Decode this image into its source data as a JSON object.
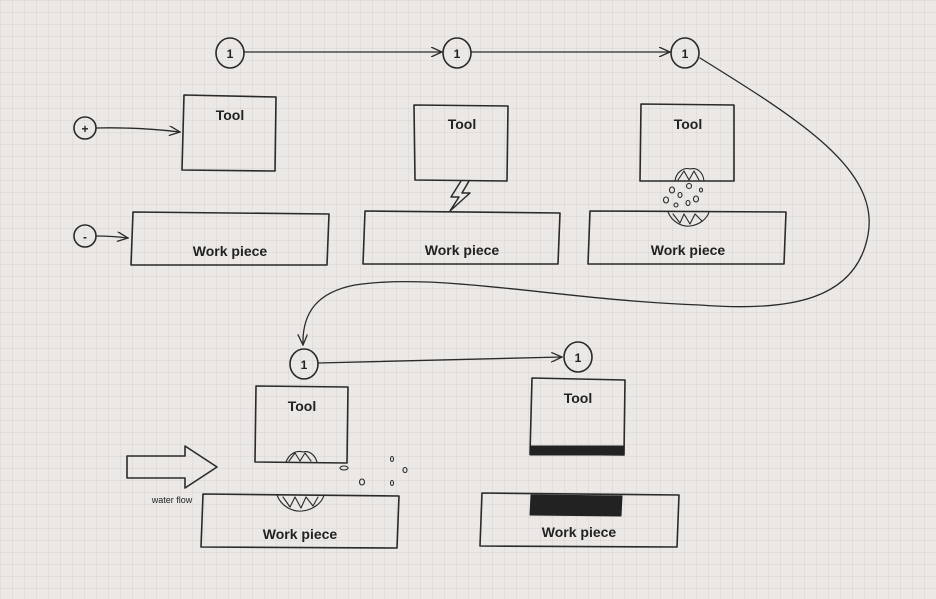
{
  "diagram": {
    "step_marker": "1",
    "plus_symbol": "+",
    "minus_symbol": "-",
    "stages": [
      {
        "tool_label": "Tool",
        "workpiece_label": "Work piece"
      },
      {
        "tool_label": "Tool",
        "workpiece_label": "Work piece"
      },
      {
        "tool_label": "Tool",
        "workpiece_label": "Work piece"
      },
      {
        "tool_label": "Tool",
        "workpiece_label": "Work piece"
      },
      {
        "tool_label": "Tool",
        "workpiece_label": "Work piece"
      }
    ],
    "water_flow_label": "water flow",
    "colors": {
      "stroke": "#2a2a2a",
      "background": "#ebe8e5",
      "fill_dark": "#222222"
    }
  }
}
